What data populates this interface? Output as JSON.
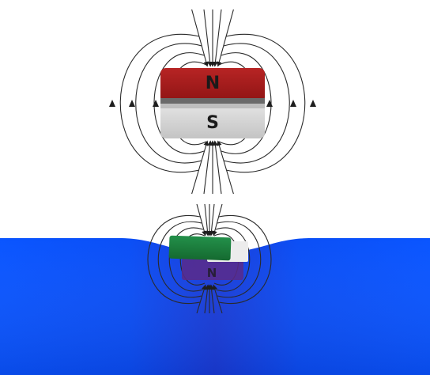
{
  "top_magnet": {
    "north_label": "N",
    "south_label": "S",
    "north_color": "#a61c1c",
    "south_color": "#d6d6d6"
  },
  "floating_magnet": {
    "north_label": "N",
    "top_color": "#1e7a3a",
    "bottom_color": "#5a2a8a"
  },
  "liquid": {
    "color": "#0a4cf2",
    "deep_color": "#1537c8"
  },
  "field_lines": {
    "color": "#2a2a2a",
    "arrow_icon": "arrowhead-icon"
  }
}
